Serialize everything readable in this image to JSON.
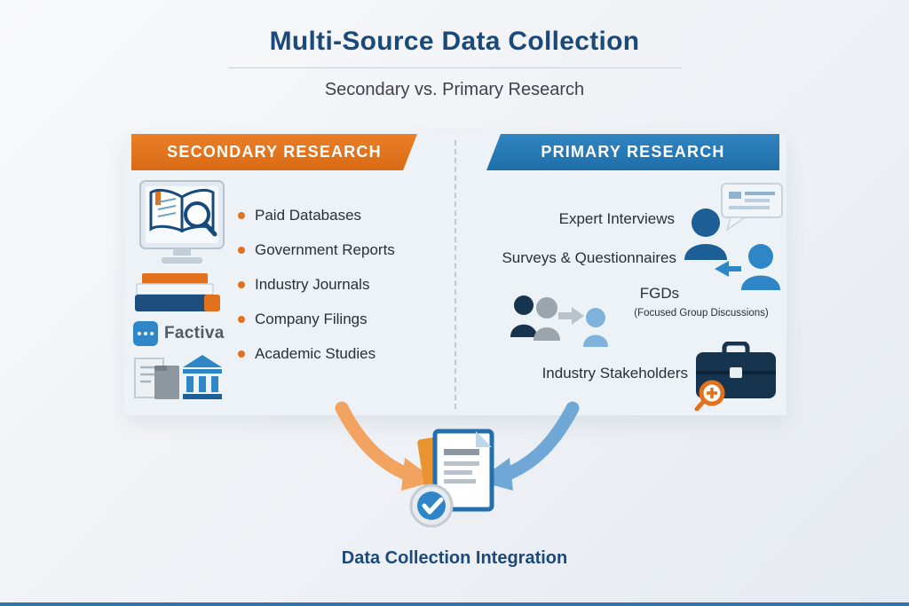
{
  "title": "Multi-Source Data Collection",
  "subtitle": "Secondary vs. Primary Research",
  "colors": {
    "orange": "#E2711D",
    "blue": "#2277B5",
    "navy": "#1B4A7A",
    "panel": "#EDF2F7"
  },
  "secondary": {
    "header": "SECONDARY RESEARCH",
    "items": [
      "Paid Databases",
      "Government Reports",
      "Industry Journals",
      "Company Filings",
      "Academic Studies"
    ],
    "factiva_label": "Factiva",
    "icons": [
      "book-magnifier-monitor-icon",
      "books-stack-icon",
      "factiva-logo",
      "documents-bank-icon"
    ]
  },
  "primary": {
    "header": "PRIMARY RESEARCH",
    "items": [
      {
        "label": "Expert Interviews"
      },
      {
        "label": "Surveys & Questionnaires"
      },
      {
        "label": "FGDs",
        "sub": "(Focused Group Discussions)"
      },
      {
        "label": "Industry Stakeholders"
      }
    ],
    "icons": [
      "interview-person-speech-icon",
      "survey-people-icon",
      "fgd-group-icon",
      "stakeholder-briefcase-magnifier-icon"
    ]
  },
  "footer": {
    "label": "Data Collection Integration",
    "icons": [
      "orange-converge-arrow",
      "blue-converge-arrow",
      "integration-documents-icon",
      "checkmark-badge-icon"
    ]
  }
}
